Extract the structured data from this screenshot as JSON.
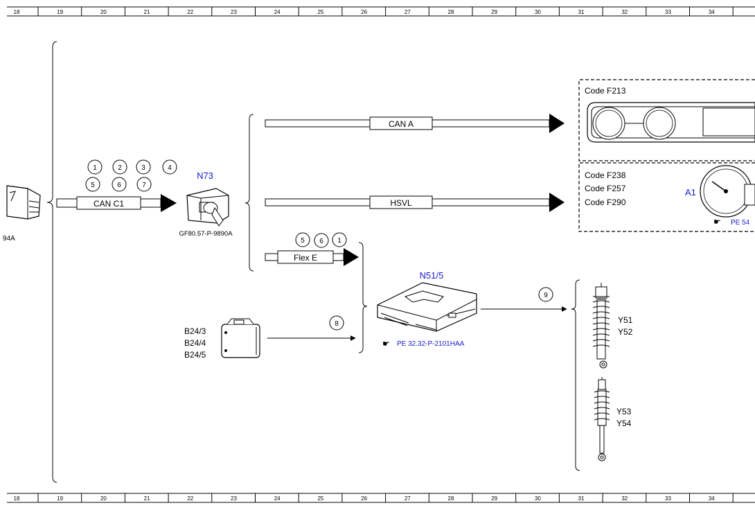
{
  "ruler": {
    "numbers": [
      "18",
      "19",
      "20",
      "21",
      "22",
      "23",
      "24",
      "25",
      "26",
      "27",
      "28",
      "29",
      "30",
      "31",
      "32",
      "33",
      "34"
    ]
  },
  "left_partial": {
    "label": "94A"
  },
  "can_c1": {
    "label": "CAN C1",
    "circles": [
      "1",
      "2",
      "3",
      "4",
      "5",
      "6",
      "7"
    ]
  },
  "n73": {
    "label": "N73",
    "ref": "GF80.57-P-9890A"
  },
  "can_a": {
    "label": "CAN A"
  },
  "hsvl": {
    "label": "HSVL"
  },
  "flex_e": {
    "label": "Flex E",
    "circles": [
      "5",
      "6",
      "1"
    ]
  },
  "box_top": {
    "code": "Code F213"
  },
  "box_bottom": {
    "codes": [
      "Code F238",
      "Code F257",
      "Code F290"
    ],
    "a1_label": "A1",
    "ref": "PE 54"
  },
  "n51_5": {
    "label": "N51/5",
    "ref": "PE 32.32-P-2101HAA"
  },
  "b24": {
    "labels": [
      "B24/3",
      "B24/4",
      "B24/5"
    ],
    "circle": "8"
  },
  "circle_9": "9",
  "struts": {
    "front": [
      "Y51",
      "Y52"
    ],
    "rear": [
      "Y53",
      "Y54"
    ]
  },
  "colors": {
    "link_blue": "#1a1acc",
    "line": "#000000"
  }
}
